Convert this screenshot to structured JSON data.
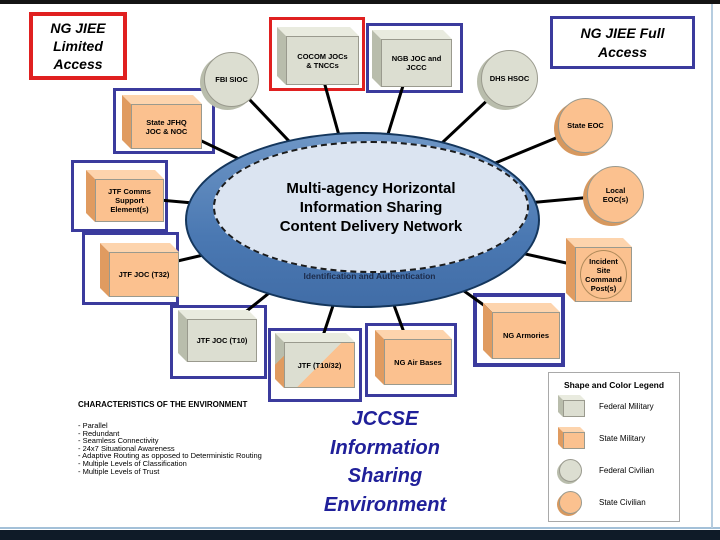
{
  "slide": {
    "banners": {
      "limited": "NG JIEE\nLimited\nAccess",
      "full": "NG JIEE Full\nAccess"
    },
    "network": {
      "title": "Multi-agency Horizontal\nInformation Sharing\nContent Delivery Network",
      "band": "Identification and Authentication"
    },
    "nodes": {
      "cocom": "COCOM JOCs\n& TNCCs",
      "ngb": "NGB JOC and\nJCCC",
      "fbi": "FBI SIOC",
      "dhs": "DHS HSOC",
      "state_eoc": "State EOC",
      "local_eoc": "Local\nEOC(s)",
      "state_jfhq": "State JFHQ\nJOC & NOC",
      "jtf_comms": "JTF Comms\nSupport\nElement(s)",
      "jtf_t32": "JTF JOC (T32)",
      "jtf_t10": "JTF JOC (T10)",
      "jtf_t1032": "JTF (T10/32)",
      "ng_air": "NG Air Bases",
      "ng_armories": "NG Armories",
      "incident": "Incident\nSite\nCommand\nPost(s)"
    },
    "characteristics": {
      "title": "CHARACTERISTICS OF THE ENVIRONMENT",
      "items": [
        "Parallel",
        "Redundant",
        "Seamless Connectivity",
        "24x7 Situational Awareness",
        "Adaptive Routing as opposed to Deterministic Routing",
        "Multiple Levels of Classification",
        "Multiple Levels of Trust"
      ]
    },
    "caption": "JCCSE\nInformation\nSharing\nEnvironment",
    "legend": {
      "title": "Shape and Color Legend",
      "items": [
        {
          "shape": "cube",
          "color": "gray",
          "label": "Federal Military"
        },
        {
          "shape": "cube",
          "color": "tan",
          "label": "State Military"
        },
        {
          "shape": "circle",
          "color": "gray",
          "label": "Federal Civilian"
        },
        {
          "shape": "circle",
          "color": "tan",
          "label": "State Civilian"
        }
      ]
    },
    "colors": {
      "federal_fill": "#dcded1",
      "state_fill": "#fbc18f",
      "frame_blue": "#3b3b9d",
      "frame_red": "#e02020",
      "ring_blue": "#4a78b2",
      "inner_fill": "#dbe4f1",
      "caption_blue": "#20209a"
    }
  }
}
